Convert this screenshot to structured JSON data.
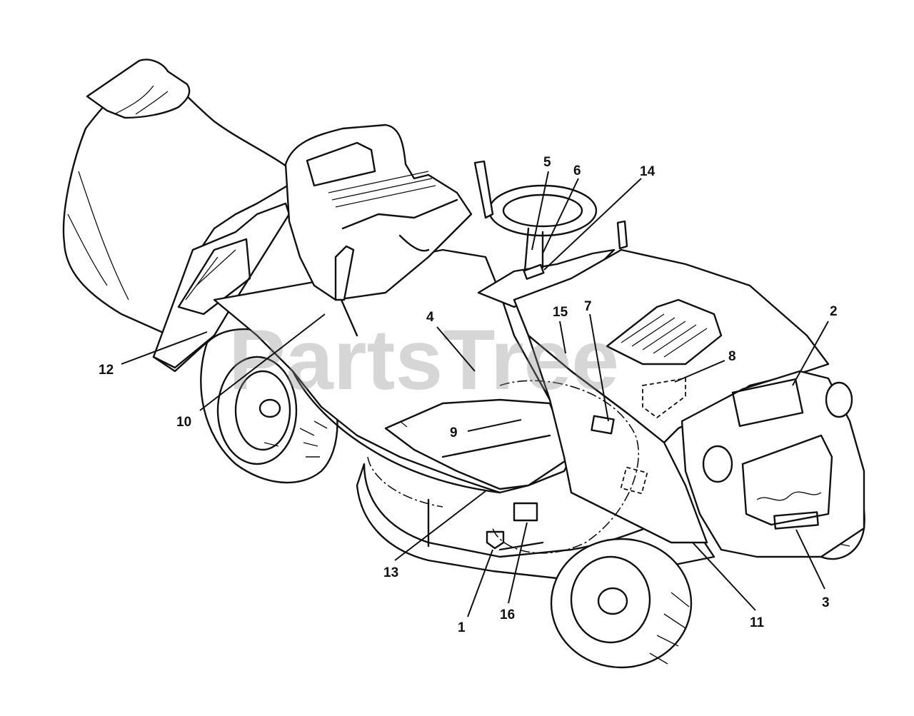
{
  "watermark": "PartsTree",
  "callouts": [
    {
      "id": "1",
      "label": "1"
    },
    {
      "id": "2",
      "label": "2"
    },
    {
      "id": "3",
      "label": "3"
    },
    {
      "id": "4",
      "label": "4"
    },
    {
      "id": "5",
      "label": "5"
    },
    {
      "id": "6",
      "label": "6"
    },
    {
      "id": "7",
      "label": "7"
    },
    {
      "id": "8",
      "label": "8"
    },
    {
      "id": "9",
      "label": "9"
    },
    {
      "id": "10",
      "label": "10"
    },
    {
      "id": "11",
      "label": "11"
    },
    {
      "id": "12",
      "label": "12"
    },
    {
      "id": "13",
      "label": "13"
    },
    {
      "id": "14",
      "label": "14"
    },
    {
      "id": "15",
      "label": "15"
    },
    {
      "id": "16",
      "label": "16"
    }
  ]
}
